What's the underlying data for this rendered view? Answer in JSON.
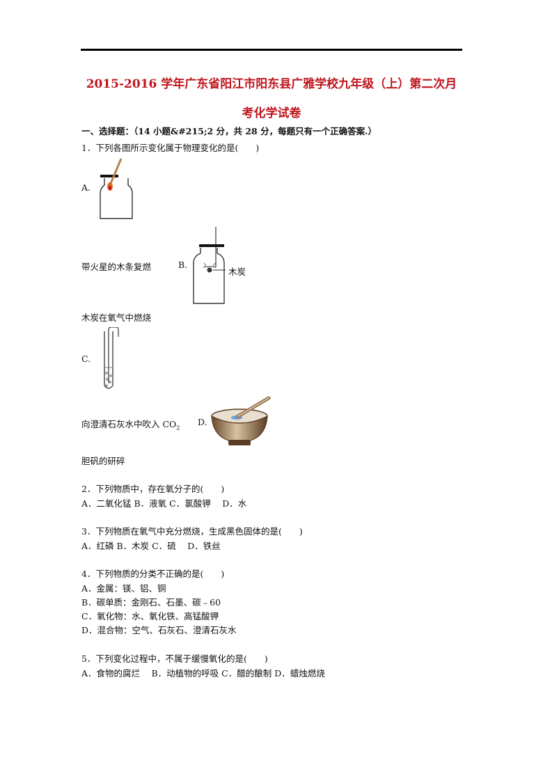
{
  "header": {
    "title_line1": "2015-2016 学年广东省阳江市阳东县广雅学校九年级（上）第二次月",
    "title_line2": "考化学试卷"
  },
  "section1": {
    "heading": "一、选择题：（14 小题&#215;2 分，共 28 分，每题只有一个正确答案.）"
  },
  "questions": [
    {
      "stem": "1．下列各图所示变化属于物理变化的是(　　)",
      "options": [
        {
          "letter": "A.",
          "caption": "带火星的木条复燃"
        },
        {
          "letter": "B.",
          "caption": "木炭在氧气中燃烧",
          "figure_label": "木炭"
        },
        {
          "letter": "C.",
          "caption_prefix": "向澄清石灰水中吹入 CO",
          "caption_sub": "2"
        },
        {
          "letter": "D.",
          "caption": "胆矾的研碎"
        }
      ]
    },
    {
      "stem": "2．下列物质中，存在氧分子的(　　)",
      "options_line": "A．二氧化锰 B．液氧 C．氯酸钾　 D．水"
    },
    {
      "stem": "3．下列物质在氧气中充分燃烧，生成黑色固体的是(　　)",
      "options_line": "A．红磷 B．木炭 C．硫　 D．铁丝"
    },
    {
      "stem": "4．下列物质的分类不正确的是(　　)",
      "options_lines": [
        "A．金属：镁、铝、铜",
        "B．碳单质：金刚石、石墨、碳﹣60",
        "C．氧化物：水、氧化铁、高锰酸钾",
        "D．混合物：空气、石灰石、澄清石灰水"
      ]
    },
    {
      "stem": "5．下列变化过程中，不属于缓慢氧化的是(　　)",
      "options_line": "A．食物的腐烂　 B．动植物的呼吸 C．醋的酿制 D．蜡烛燃烧"
    }
  ]
}
